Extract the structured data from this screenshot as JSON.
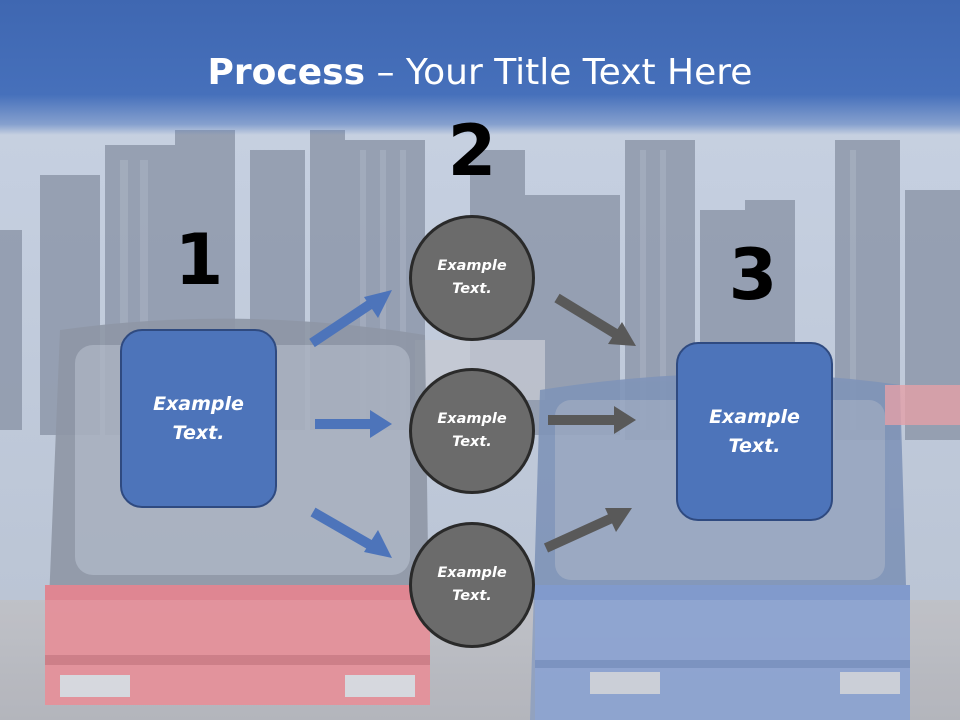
{
  "title": {
    "bold": "Process",
    "rest": " – Your Title Text Here"
  },
  "steps": [
    {
      "number": "1"
    },
    {
      "number": "2"
    },
    {
      "number": "3"
    }
  ],
  "boxes": {
    "left": "Example\nText.",
    "right": "Example\nText."
  },
  "circles": [
    {
      "text": "Example\nText."
    },
    {
      "text": "Example\nText."
    },
    {
      "text": "Example\nText."
    }
  ],
  "colors": {
    "title_band": "#4670bb",
    "box_fill": "#4d74ba",
    "circle_fill": "#6b6b6b",
    "blue_arrow": "#4d74ba",
    "gray_arrow": "#595959"
  }
}
